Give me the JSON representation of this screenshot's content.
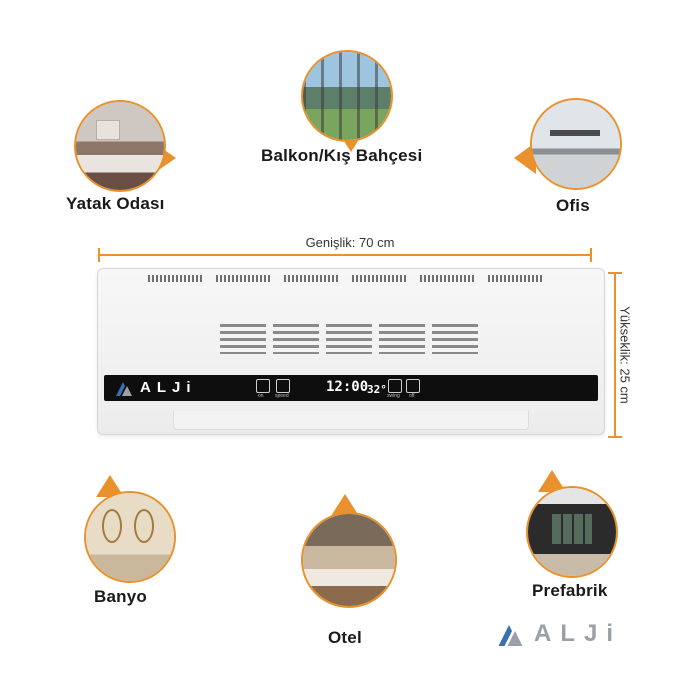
{
  "rooms": [
    {
      "id": "yatak",
      "label": "Yatak Odası"
    },
    {
      "id": "balkon",
      "label": "Balkon/Kış Bahçesi"
    },
    {
      "id": "ofis",
      "label": "Ofis"
    },
    {
      "id": "banyo",
      "label": "Banyo"
    },
    {
      "id": "otel",
      "label": "Otel"
    },
    {
      "id": "prefabrik",
      "label": "Prefabrik"
    }
  ],
  "dimensions": {
    "width_label": "Genişlik: 70 cm",
    "height_label": "Yükseklik: 25 cm"
  },
  "heater": {
    "brand": "ALJi",
    "display_time": "12:00",
    "display_temp": "32°",
    "controls": [
      "on",
      "speed",
      "swing",
      "off"
    ]
  },
  "corner_brand": "ALJi",
  "colors": {
    "accent": "#e8912d",
    "panel": "#0e0e0e",
    "logo_blue": "#3a6fb3",
    "logo_grey": "#9aa0a6"
  }
}
